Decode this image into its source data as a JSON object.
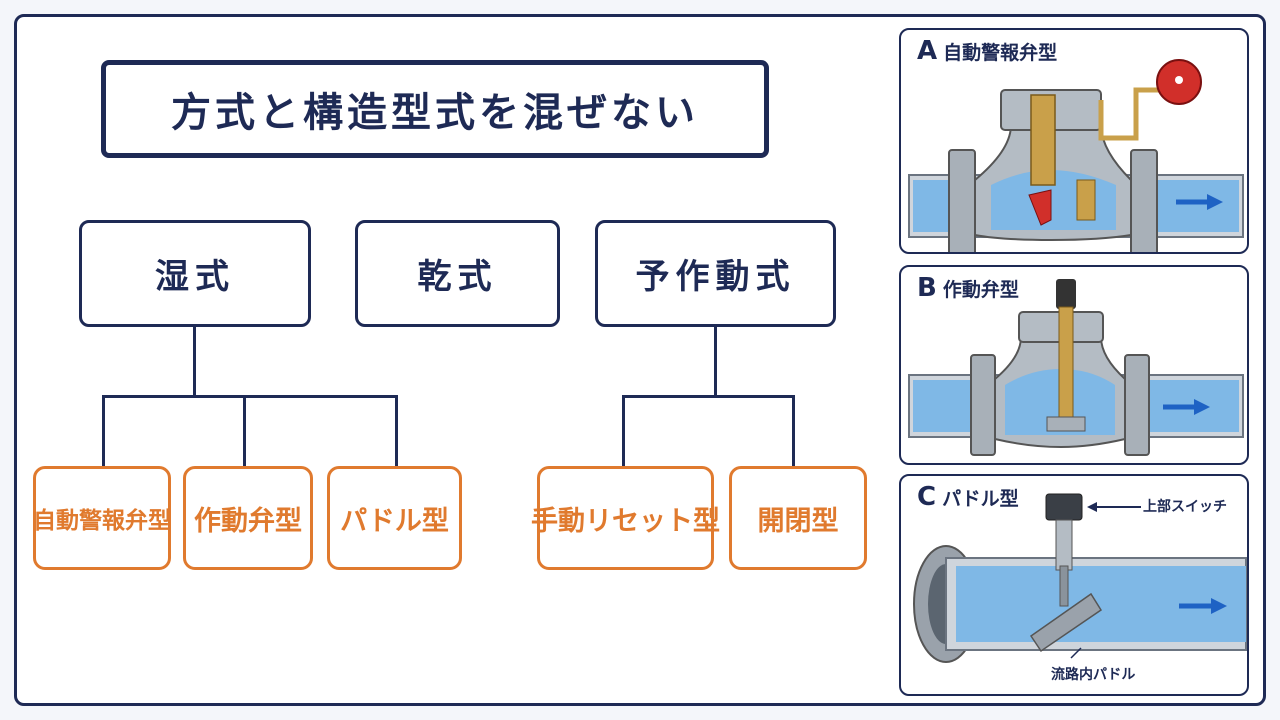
{
  "title": "方式と構造型式を混ぜない",
  "categories": [
    {
      "label": "湿式",
      "subtypes": [
        "自動警報弁型",
        "作動弁型",
        "パドル型"
      ]
    },
    {
      "label": "乾式",
      "subtypes": []
    },
    {
      "label": "予作動式",
      "subtypes": [
        "手動リセット型",
        "開閉型"
      ]
    }
  ],
  "panels": [
    {
      "letter": "A",
      "label": "自動警報弁型"
    },
    {
      "letter": "B",
      "label": "作動弁型"
    },
    {
      "letter": "C",
      "label": "パドル型",
      "callouts": [
        "上部スイッチ",
        "流路内パドル"
      ]
    }
  ],
  "colors": {
    "navy": "#1e2a55",
    "orange": "#e07a2e",
    "water": "#7fb8e6",
    "metal": "#9aa2ab"
  }
}
